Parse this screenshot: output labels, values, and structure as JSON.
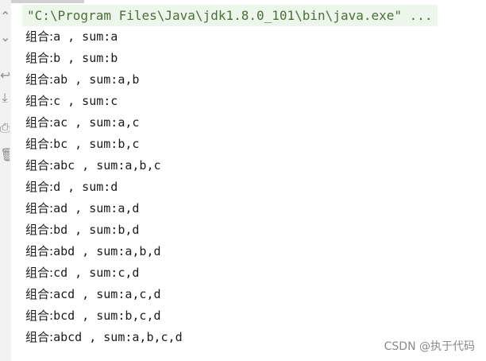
{
  "toolbar": {
    "icons": [
      "chevron-up-icon",
      "chevron-down-icon",
      "soft-wrap-icon",
      "scroll-to-end-icon",
      "print-icon",
      "delete-icon"
    ],
    "glyphs": [
      "⌃",
      "⌄",
      "↩",
      "⤓",
      "⎙",
      "🗑"
    ]
  },
  "console": {
    "command": "\"C:\\Program Files\\Java\\jdk1.8.0_101\\bin\\java.exe\" ...",
    "label": "组合:",
    "lines": [
      "a , sum:a",
      "b , sum:b",
      "ab , sum:a,b",
      "c , sum:c",
      "ac , sum:a,c",
      "bc , sum:b,c",
      "abc , sum:a,b,c",
      "d , sum:d",
      "ad , sum:a,d",
      "bd , sum:b,d",
      "abd , sum:a,b,d",
      "cd , sum:c,d",
      "acd , sum:a,c,d",
      "bcd , sum:b,c,d",
      "abcd , sum:a,b,c,d"
    ]
  },
  "watermark": "CSDN @执于代码",
  "colors": {
    "command_bg": "#edf6ea",
    "command_text": "#4b6e3a",
    "output_text": "#1a1a1a"
  }
}
